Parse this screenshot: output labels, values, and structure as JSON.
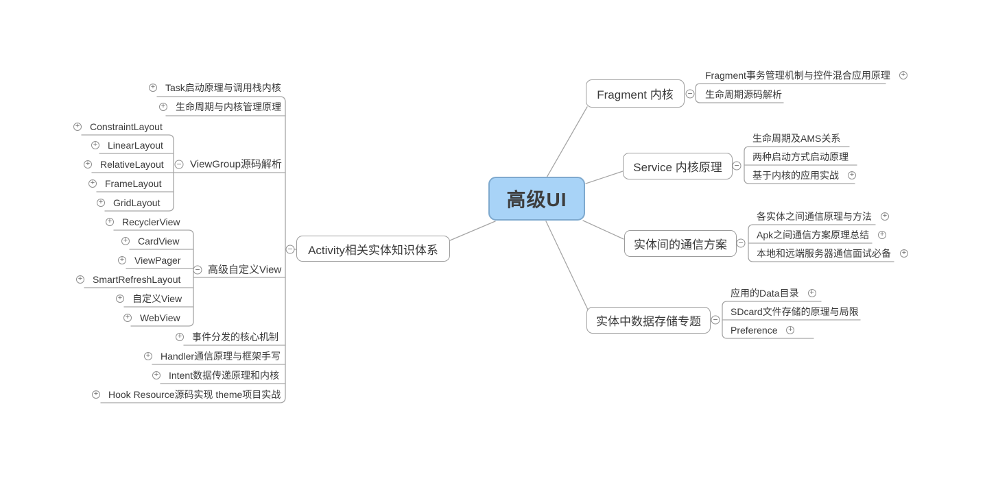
{
  "root": {
    "label": "高级UI"
  },
  "colors": {
    "root_fill": "#a8d3f7",
    "root_border": "#7ea9ce",
    "topic_border": "#9c9c9c",
    "connector_line": "#a6a6a6",
    "text": "#3a3a3a"
  },
  "icons": {
    "expand": "plus-circle",
    "collapse": "minus-circle"
  },
  "left": {
    "label": "Activity相关实体知识体系",
    "children": [
      {
        "label": "Task启动原理与调用栈内核"
      },
      {
        "label": "生命周期与内核管理原理"
      },
      {
        "label": "ViewGroup源码解析",
        "children": [
          {
            "label": "ConstraintLayout"
          },
          {
            "label": "LinearLayout"
          },
          {
            "label": "RelativeLayout"
          },
          {
            "label": "FrameLayout"
          },
          {
            "label": "GridLayout"
          }
        ]
      },
      {
        "label": "高级自定义View",
        "children": [
          {
            "label": "RecyclerView"
          },
          {
            "label": "CardView"
          },
          {
            "label": "ViewPager"
          },
          {
            "label": "SmartRefreshLayout"
          },
          {
            "label": "自定义View"
          },
          {
            "label": "WebView"
          }
        ]
      },
      {
        "label": "事件分发的核心机制"
      },
      {
        "label": "Handler通信原理与框架手写"
      },
      {
        "label": "Intent数据传递原理和内核"
      },
      {
        "label": "Hook Resource源码实现 theme项目实战"
      }
    ]
  },
  "right": [
    {
      "label": "Fragment 内核",
      "children": [
        {
          "label": "Fragment事务管理机制与控件混合应用原理"
        },
        {
          "label": "生命周期源码解析"
        }
      ]
    },
    {
      "label": "Service 内核原理",
      "children": [
        {
          "label": "生命周期及AMS关系"
        },
        {
          "label": "两种启动方式启动原理"
        },
        {
          "label": "基于内核的应用实战"
        }
      ]
    },
    {
      "label": "实体间的通信方案",
      "children": [
        {
          "label": "各实体之间通信原理与方法"
        },
        {
          "label": "Apk之间通信方案原理总结"
        },
        {
          "label": "本地和远端服务器通信面试必备"
        }
      ]
    },
    {
      "label": "实体中数据存储专题",
      "children": [
        {
          "label": "应用的Data目录"
        },
        {
          "label": "SDcard文件存储的原理与局限"
        },
        {
          "label": "Preference"
        }
      ]
    }
  ]
}
